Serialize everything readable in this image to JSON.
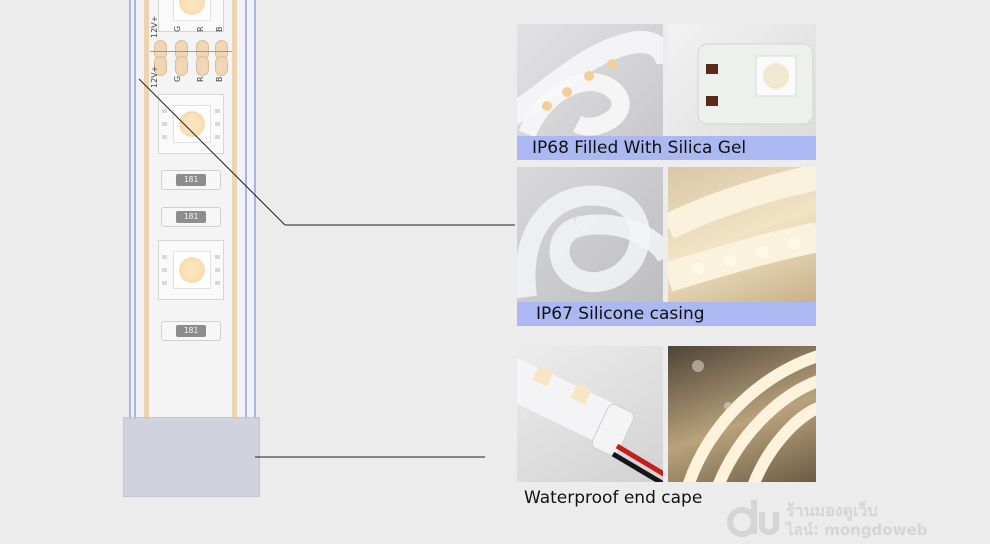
{
  "strip": {
    "pad_labels": [
      "12V+",
      "G",
      "R",
      "B"
    ],
    "resistor_code": "181"
  },
  "callouts": [
    {
      "caption": "IP68 Filled With Silica Gel"
    },
    {
      "caption": "IP67 Silicone casing"
    },
    {
      "caption": "Waterproof end cape"
    }
  ],
  "watermark": {
    "line1": "ร้านมองดูเว็บ",
    "line2": "ไลน์: mongdoweb"
  },
  "colors": {
    "caption_bar": "#abb8f2",
    "strip_outline": "#aab4e4",
    "copper": "#efd3b0"
  }
}
